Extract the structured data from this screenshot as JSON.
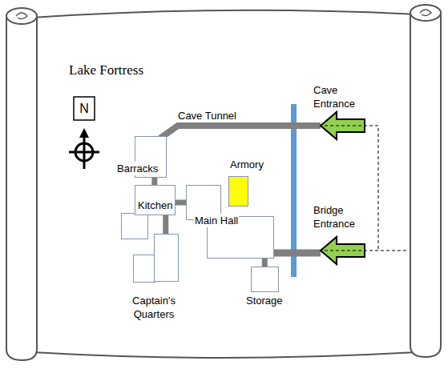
{
  "diagram": {
    "title": "Lake Fortress",
    "nodes": [
      {
        "text": [
          "Barracks"
        ]
      },
      {
        "text": [
          "Armory"
        ]
      },
      {
        "text": [
          "Kitchen"
        ]
      },
      {
        "text": [
          "Main Hall"
        ]
      },
      {
        "text": [
          "Captain's Quarters"
        ]
      },
      {
        "text": [
          "Storage"
        ]
      }
    ],
    "edges": [
      {
        "from": 0,
        "to": 2,
        "arrow": "none"
      },
      {
        "from": 2,
        "to": 3,
        "arrow": "none"
      },
      {
        "from": 2,
        "to": 4,
        "arrow": "none"
      },
      {
        "from": 3,
        "to": 5,
        "arrow": "none"
      }
    ],
    "labels": [
      "N",
      "Cave Tunnel",
      "Cave Entrance",
      "Bridge Entrance"
    ]
  }
}
